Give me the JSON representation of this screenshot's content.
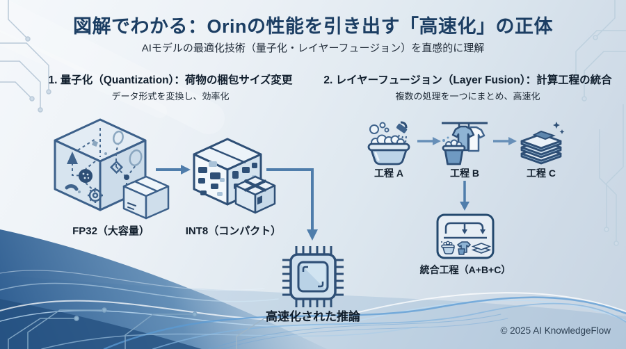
{
  "header": {
    "title": "図解でわかる：Orinの性能を引き出す「高速化」の正体",
    "subtitle": "AIモデルの最適化技術（量子化・レイヤーフュージョン）を直感的に理解"
  },
  "quantization": {
    "heading": "1. 量子化（Quantization）：荷物の梱包サイズ変更",
    "subheading": "データ形式を変換し、効率化",
    "fp32_label": "FP32（大容量）",
    "int8_label": "INT8（コンパクト）",
    "result_label": "高速化された推論"
  },
  "layer_fusion": {
    "heading": "2. レイヤーフュージョン（Layer Fusion）：計算工程の統合",
    "subheading": "複数の処理を一つにまとめ、高速化",
    "steps": [
      {
        "label": "工程 A"
      },
      {
        "label": "工程 B"
      },
      {
        "label": "工程 C"
      }
    ],
    "merged_label": "統合工程（A+B+C）"
  },
  "footer": {
    "copyright": "© 2025 AI KnowledgeFlow"
  },
  "icons": {
    "fp32": "wireframe-cube-with-parts",
    "package": "cardboard-box",
    "int8": "compact-patterned-box",
    "chip": "processor-chip",
    "step_a": "wash-basin-with-shower",
    "step_b": "laundry-line-with-bucket",
    "step_c": "folded-towels-with-sparkles",
    "merged": "merged-process-box",
    "arrow": "→"
  },
  "colors": {
    "title": "#1c3e63",
    "heading": "#0f1d2c",
    "icon_stroke": "#35597e",
    "icon_dark": "#2e4f76",
    "icon_fill_light": "#e7eff6",
    "icon_fill_mid": "#c9dcec",
    "arrow": "#4f7dab",
    "wave": "#5b9bd4",
    "corner_dark": "#2b5a8e"
  }
}
